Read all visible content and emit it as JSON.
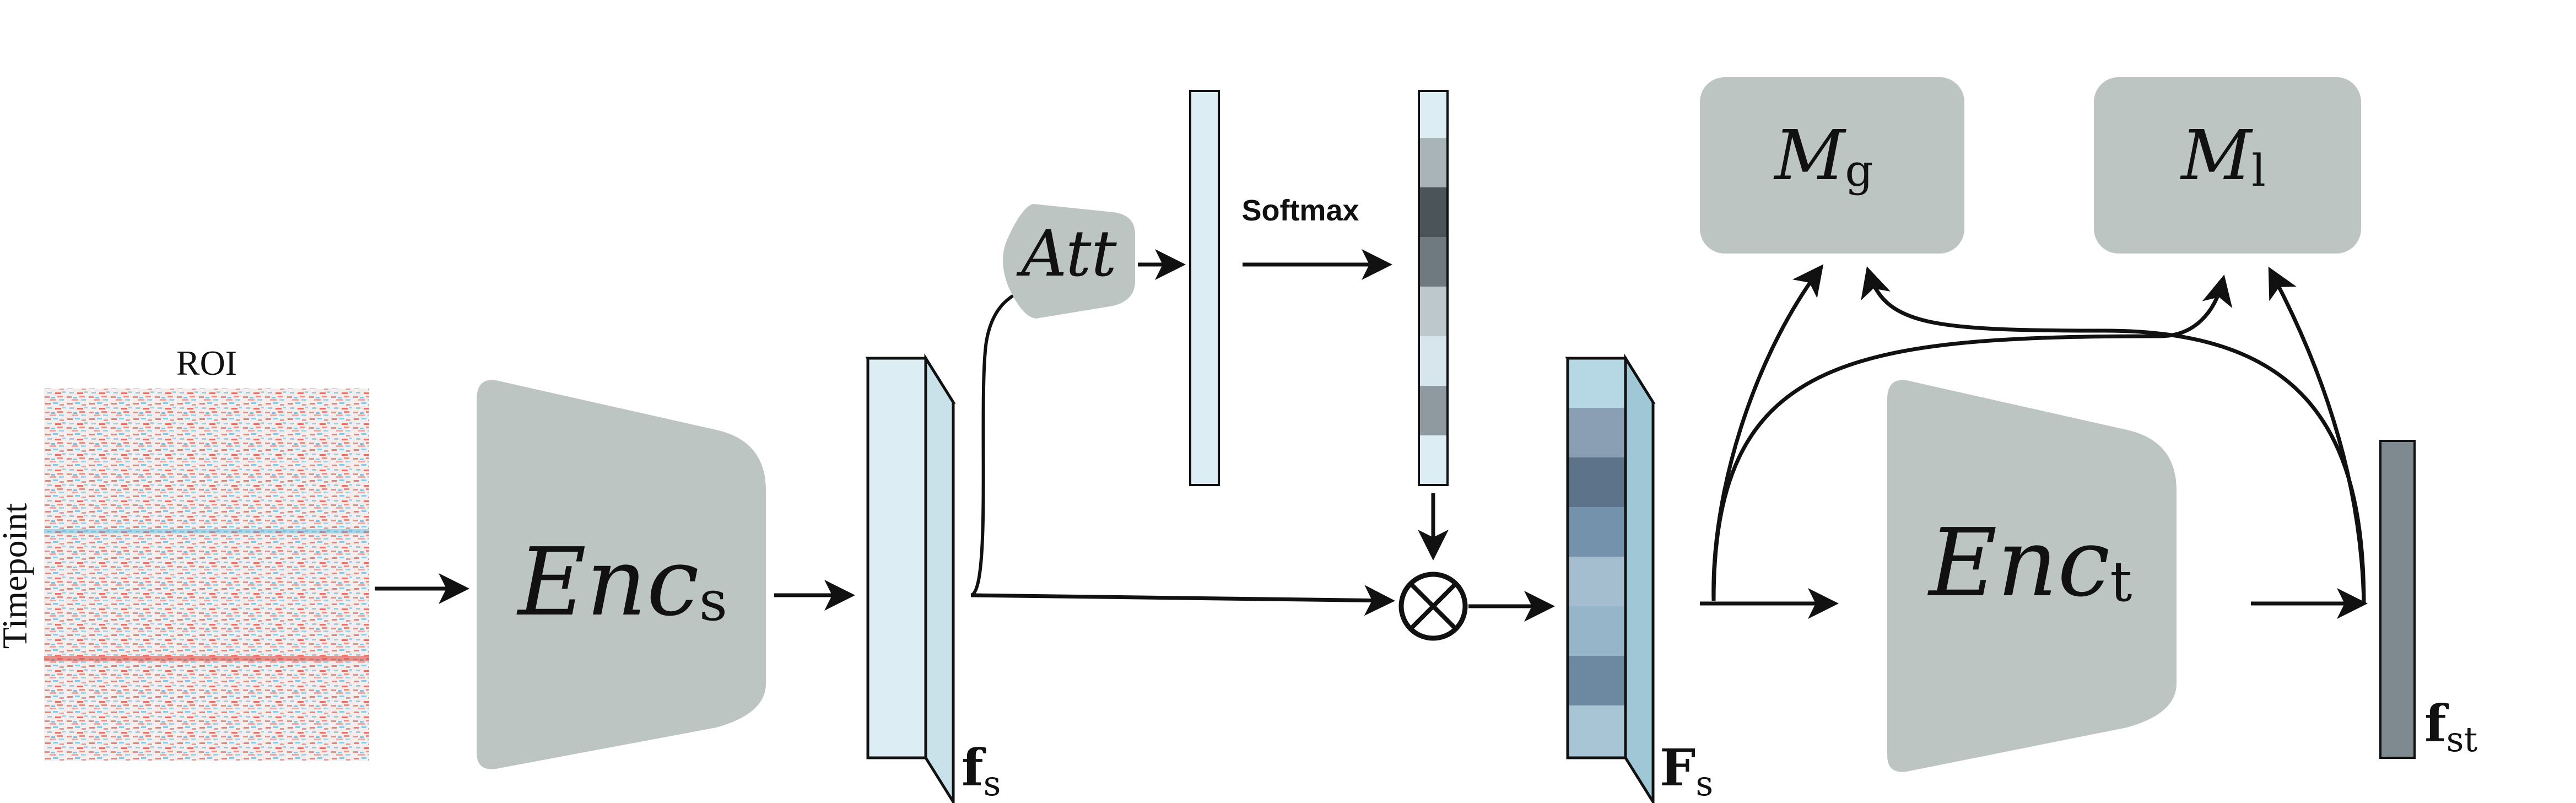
{
  "colors": {
    "block_gray": "#bdc5c3",
    "feature_light": "#dceef4",
    "feature_dark": "#7e8a90",
    "line": "#111111",
    "heat_red": "#d9473e",
    "heat_blue": "#4fb3dc"
  },
  "labels": {
    "roi": "ROI",
    "timepoint": "Timepoint",
    "enc_s_main": "Enc",
    "enc_s_sub": "s",
    "fs_main": "f",
    "fs_sub": "s",
    "att": "Att",
    "softmax": "Softmax",
    "multiply": "⊗",
    "Fs_main": "F",
    "Fs_sub": "s",
    "enc_t_main": "Enc",
    "enc_t_sub": "t",
    "mg_main": "M",
    "mg_sub": "g",
    "ml_main": "M",
    "ml_sub": "l",
    "fst_main": "f",
    "fst_sub": "st"
  },
  "icons": {
    "multiply_node": "circled-times-icon"
  }
}
